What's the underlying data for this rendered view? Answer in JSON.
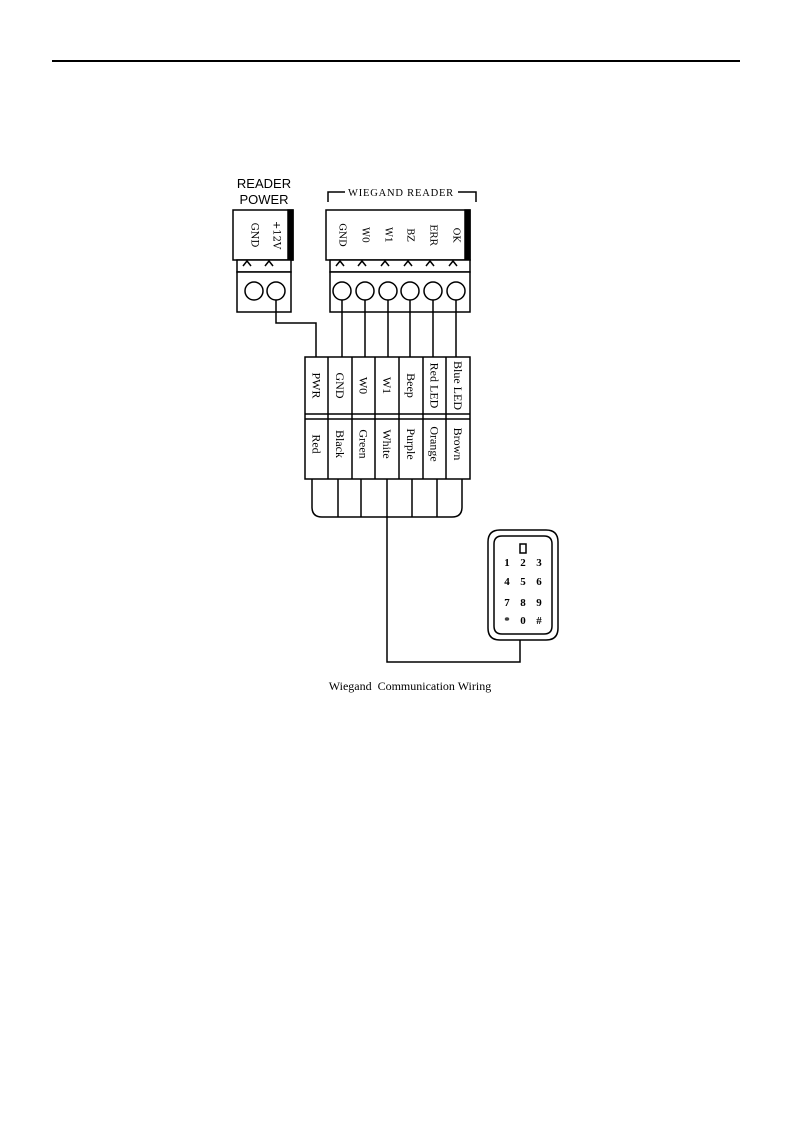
{
  "reader_power": {
    "title_line1": "READER",
    "title_line2": "POWER",
    "pins": [
      "GND",
      "+12V"
    ]
  },
  "wiegand_reader": {
    "title": "WIEGAND READER",
    "pins": [
      "GND",
      "W0",
      "W1",
      "BZ",
      "ERR",
      "OK"
    ]
  },
  "cable": {
    "signals": [
      "PWR",
      "GND",
      "W0",
      "W1",
      "Beep",
      "Red LED",
      "Blue LED"
    ],
    "colors": [
      "Red",
      "Black",
      "Green",
      "White",
      "Purple",
      "Orange",
      "Brown"
    ]
  },
  "keypad": {
    "keys": [
      [
        "1",
        "2",
        "3"
      ],
      [
        "4",
        "5",
        "6"
      ],
      [
        "7",
        "8",
        "9"
      ],
      [
        "*",
        "0",
        "#"
      ]
    ]
  },
  "caption": "Wiegand  Communication Wiring"
}
